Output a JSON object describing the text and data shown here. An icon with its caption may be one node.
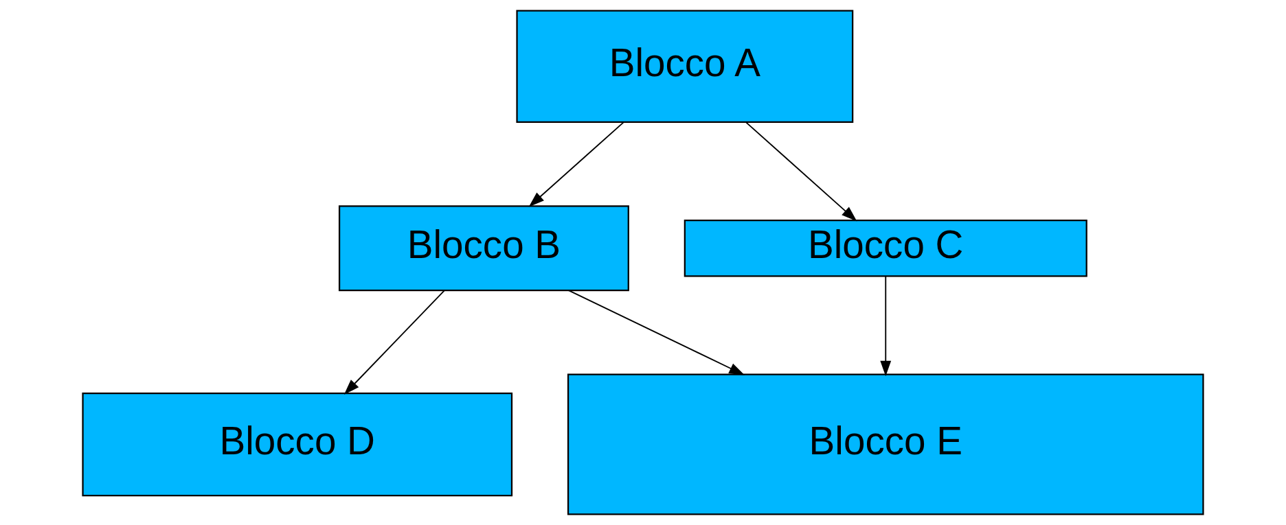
{
  "diagram": {
    "nodes": [
      {
        "text": [
          "Blocco A"
        ]
      },
      {
        "text": [
          "Blocco B"
        ]
      },
      {
        "text": [
          "Blocco C"
        ]
      },
      {
        "text": [
          "Blocco D"
        ]
      },
      {
        "text": [
          "Blocco E"
        ]
      }
    ],
    "edges": [
      {
        "from": 0,
        "to": 1,
        "arrow": "to"
      },
      {
        "from": 0,
        "to": 2,
        "arrow": "to"
      },
      {
        "from": 1,
        "to": 3,
        "arrow": "to"
      },
      {
        "from": 1,
        "to": 4,
        "arrow": "to"
      },
      {
        "from": 2,
        "to": 4,
        "arrow": "to"
      }
    ]
  }
}
